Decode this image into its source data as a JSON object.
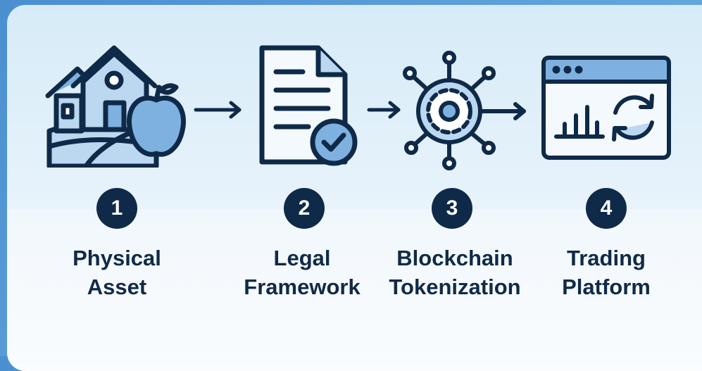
{
  "colors": {
    "navy": "#0f2a48",
    "icon_fill": "#7fb1e0",
    "icon_fill_light": "#bcd8f1",
    "background": "#d6ebf8"
  },
  "steps": [
    {
      "number": "1",
      "line1": "Physical",
      "line2": "Asset",
      "icon": "farm-house-apple-icon"
    },
    {
      "number": "2",
      "line1": "Legal",
      "line2": "Framework",
      "icon": "document-check-icon"
    },
    {
      "number": "3",
      "line1": "Blockchain",
      "line2": "Tokenization",
      "icon": "blockchain-node-icon"
    },
    {
      "number": "4",
      "line1": "Trading",
      "line2": "Platform",
      "icon": "trading-window-icon"
    }
  ],
  "connectors": [
    "arrow-right-icon",
    "arrow-right-icon",
    "arrow-right-icon"
  ]
}
